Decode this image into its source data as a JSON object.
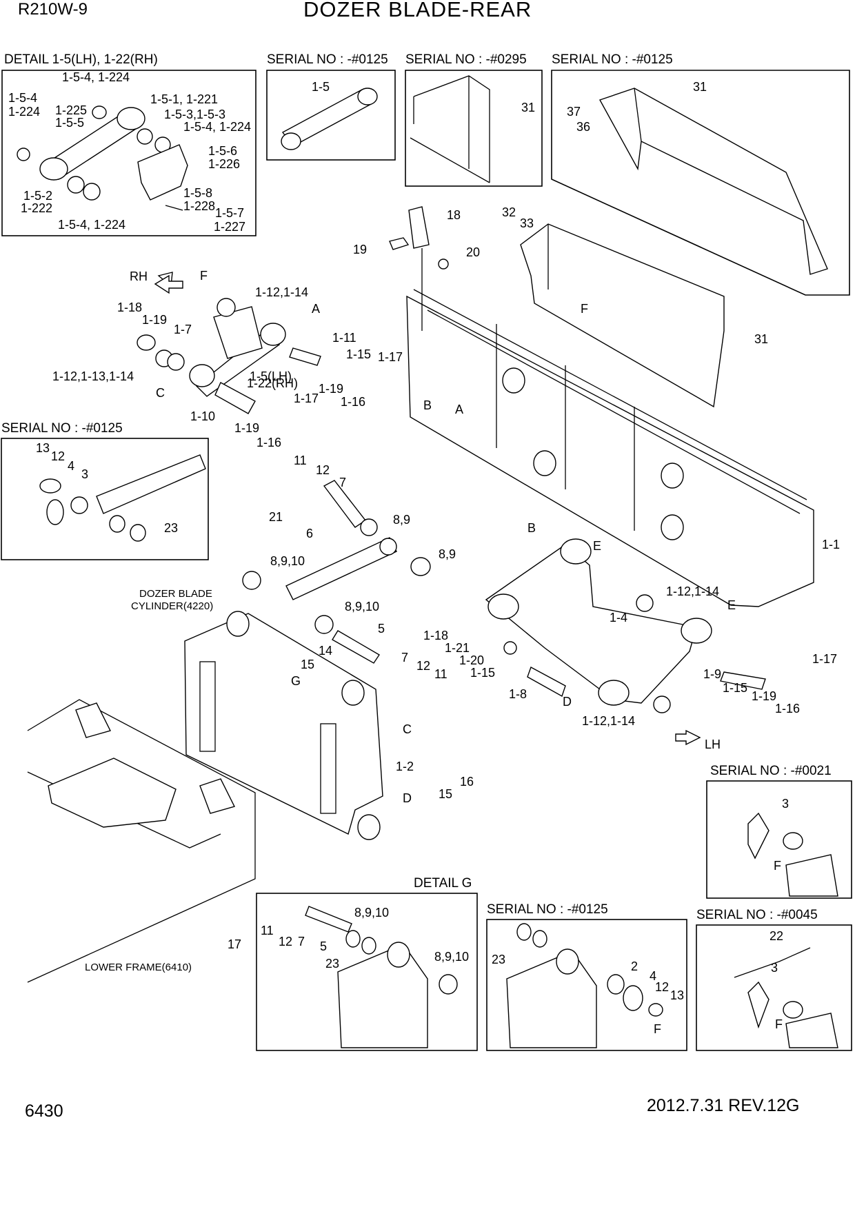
{
  "header": {
    "model": "R210W-9",
    "title": "DOZER BLADE-REAR"
  },
  "footer": {
    "page_number": "6430",
    "revision": "2012.7.31  REV.12G"
  },
  "boxes": {
    "detail_1_5": "DETAIL 1-5(LH), 1-22(RH)",
    "serial_0125_a": "SERIAL NO : -#0125",
    "serial_0295": "SERIAL NO : -#0295",
    "serial_0125_b": "SERIAL NO : -#0125",
    "serial_0125_c": "SERIAL NO : -#0125",
    "serial_0021": "SERIAL NO : -#0021",
    "detail_g": "DETAIL G",
    "serial_0125_d": "SERIAL NO : -#0125",
    "serial_0045": "SERIAL NO : -#0045"
  },
  "annotations": {
    "rh": "RH",
    "lh": "LH",
    "cylinder_1": "DOZER BLADE",
    "cylinder_2": "CYLINDER(4220)",
    "lower_frame": "LOWER FRAME(6410)"
  },
  "callouts": [
    {
      "text": "1-5-4, 1-224"
    },
    {
      "text": "1-5-4"
    },
    {
      "text": "1-224"
    },
    {
      "text": "1-225"
    },
    {
      "text": "1-5-5"
    },
    {
      "text": "1-5-1, 1-221"
    },
    {
      "text": "1-5-3,1-5-3"
    },
    {
      "text": "1-5-4, 1-224"
    },
    {
      "text": "1-5-6"
    },
    {
      "text": "1-226"
    },
    {
      "text": "1-5-8"
    },
    {
      "text": "1-228"
    },
    {
      "text": "1-5-7"
    },
    {
      "text": "1-227"
    },
    {
      "text": "1-5-2"
    },
    {
      "text": "1-222"
    },
    {
      "text": "1-5-4, 1-224"
    },
    {
      "text": "1-5"
    },
    {
      "text": "31"
    },
    {
      "text": "31"
    },
    {
      "text": "37"
    },
    {
      "text": "36"
    },
    {
      "text": "18"
    },
    {
      "text": "32"
    },
    {
      "text": "33"
    },
    {
      "text": "19"
    },
    {
      "text": "20"
    },
    {
      "text": "F"
    },
    {
      "text": "31"
    },
    {
      "text": "F"
    },
    {
      "text": "1-12,1-14"
    },
    {
      "text": "A"
    },
    {
      "text": "1-18"
    },
    {
      "text": "1-19"
    },
    {
      "text": "1-7"
    },
    {
      "text": "1-11"
    },
    {
      "text": "1-15"
    },
    {
      "text": "1-17"
    },
    {
      "text": "1-12,1-13,1-14"
    },
    {
      "text": "1-5(LH)"
    },
    {
      "text": "1-22(RH)"
    },
    {
      "text": "1-19"
    },
    {
      "text": "C"
    },
    {
      "text": "1-16"
    },
    {
      "text": "1-17"
    },
    {
      "text": "1-10"
    },
    {
      "text": "1-19"
    },
    {
      "text": "1-16"
    },
    {
      "text": "A"
    },
    {
      "text": "13"
    },
    {
      "text": "12"
    },
    {
      "text": "4"
    },
    {
      "text": "3"
    },
    {
      "text": "23"
    },
    {
      "text": "11"
    },
    {
      "text": "12"
    },
    {
      "text": "7"
    },
    {
      "text": "21"
    },
    {
      "text": "6"
    },
    {
      "text": "8,9"
    },
    {
      "text": "B"
    },
    {
      "text": "8,9"
    },
    {
      "text": "8,9,10"
    },
    {
      "text": "8,9,10"
    },
    {
      "text": "5"
    },
    {
      "text": "14"
    },
    {
      "text": "15"
    },
    {
      "text": "7"
    },
    {
      "text": "12"
    },
    {
      "text": "11"
    },
    {
      "text": "G"
    },
    {
      "text": "C"
    },
    {
      "text": "1-2"
    },
    {
      "text": "16"
    },
    {
      "text": "15"
    },
    {
      "text": "D"
    },
    {
      "text": "17"
    },
    {
      "text": "B"
    },
    {
      "text": "E"
    },
    {
      "text": "1-1"
    },
    {
      "text": "1-4"
    },
    {
      "text": "1-12,1-14"
    },
    {
      "text": "E"
    },
    {
      "text": "1-18"
    },
    {
      "text": "1-21"
    },
    {
      "text": "1-20"
    },
    {
      "text": "1-15"
    },
    {
      "text": "1-8"
    },
    {
      "text": "D"
    },
    {
      "text": "1-9"
    },
    {
      "text": "1-17"
    },
    {
      "text": "1-15"
    },
    {
      "text": "1-19"
    },
    {
      "text": "1-16"
    },
    {
      "text": "1-12,1-14"
    },
    {
      "text": "3"
    },
    {
      "text": "F"
    },
    {
      "text": "11"
    },
    {
      "text": "12"
    },
    {
      "text": "7"
    },
    {
      "text": "5"
    },
    {
      "text": "23"
    },
    {
      "text": "8,9,10"
    },
    {
      "text": "8,9,10"
    },
    {
      "text": "23"
    },
    {
      "text": "2"
    },
    {
      "text": "4"
    },
    {
      "text": "12"
    },
    {
      "text": "13"
    },
    {
      "text": "F"
    },
    {
      "text": "22"
    },
    {
      "text": "3"
    },
    {
      "text": "F"
    }
  ]
}
